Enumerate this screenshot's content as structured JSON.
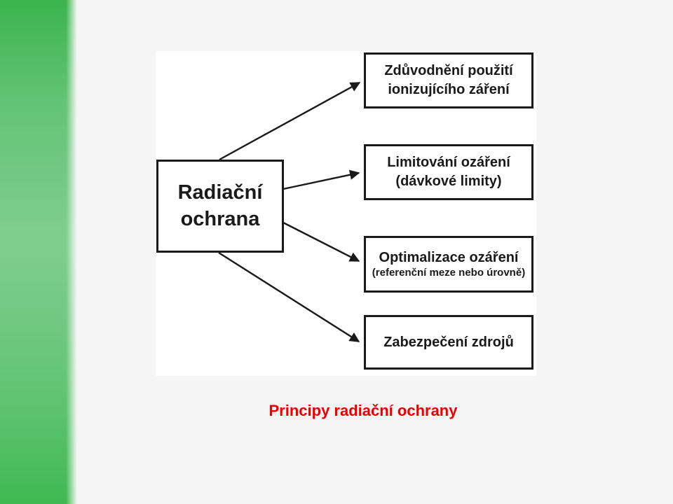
{
  "theme": {
    "page_background": "#f5f5f5",
    "panel_background": "#ffffff",
    "sidebar_gradient_top": "#3bb44d",
    "sidebar_gradient_middle": "#80ce8f",
    "sidebar_gradient_bottom": "#3fb951",
    "diagram_line_color": "#1a1a1a",
    "caption_color": "#ee0000"
  },
  "diagram": {
    "main_box": {
      "line1": "Radiační",
      "line2": "ochrana"
    },
    "boxes": [
      {
        "line1": "Zdůvodnění použití",
        "line2": "ionizujícího záření"
      },
      {
        "line1": "Limitování ozáření",
        "line2": "(dávkové limity)"
      },
      {
        "line1": "Optimalizace ozáření",
        "line2": "(referenční meze nebo úrovně)"
      },
      {
        "line1": "Zabezpečení zdrojů",
        "line2": ""
      }
    ]
  },
  "caption": {
    "text": "Principy radiační ochrany"
  }
}
